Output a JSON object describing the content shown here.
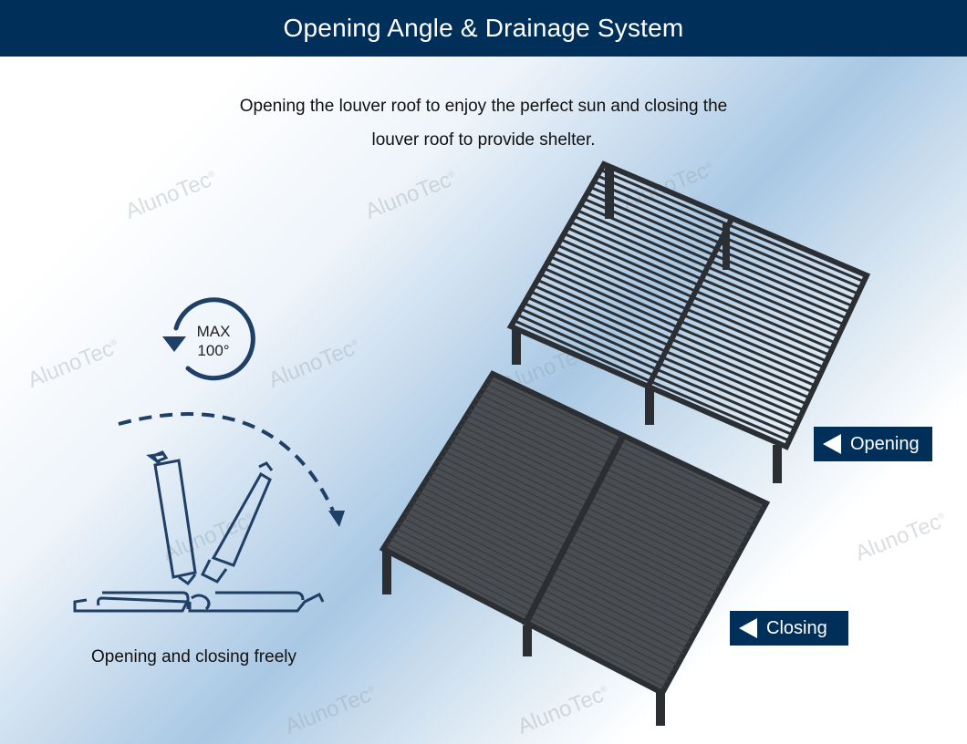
{
  "header": {
    "title": "Opening Angle & Drainage System"
  },
  "intro": {
    "line1": "Opening the louver roof to enjoy the perfect sun and closing the",
    "line2": "louver roof to provide shelter."
  },
  "diagram": {
    "max_label_line1": "MAX",
    "max_label_line2": "100°",
    "caption": "Opening and closing freely"
  },
  "labels": {
    "opening": "Opening",
    "closing": "Closing"
  },
  "watermark": {
    "text": "AlunoTec",
    "mark": "®"
  },
  "colors": {
    "header_bg": "#003059",
    "accent": "#1f3f66",
    "frame": "#2b2f33"
  }
}
